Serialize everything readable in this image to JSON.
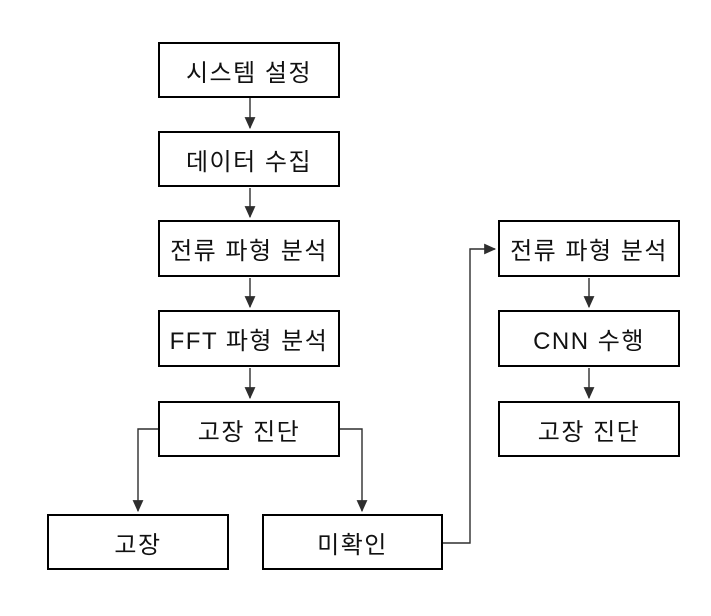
{
  "diagram": {
    "type": "flowchart",
    "nodes": {
      "system_setup": "시스템 설정",
      "data_collection": "데이터 수집",
      "current_waveform_analysis": "전류 파형 분석",
      "fft_waveform_analysis": "FFT 파형 분석",
      "fault_diagnosis": "고장 진단",
      "fault": "고장",
      "unconfirmed": "미확인",
      "current_waveform_analysis_2": "전류 파형 분석",
      "cnn_run": "CNN 수행",
      "fault_diagnosis_2": "고장 진단"
    },
    "edges": [
      {
        "from": "system_setup",
        "to": "data_collection"
      },
      {
        "from": "data_collection",
        "to": "current_waveform_analysis"
      },
      {
        "from": "current_waveform_analysis",
        "to": "fft_waveform_analysis"
      },
      {
        "from": "fft_waveform_analysis",
        "to": "fault_diagnosis"
      },
      {
        "from": "fault_diagnosis",
        "to": "fault"
      },
      {
        "from": "fault_diagnosis",
        "to": "unconfirmed"
      },
      {
        "from": "unconfirmed",
        "to": "current_waveform_analysis_2"
      },
      {
        "from": "current_waveform_analysis_2",
        "to": "cnn_run"
      },
      {
        "from": "cnn_run",
        "to": "fault_diagnosis_2"
      }
    ],
    "colors": {
      "background": "#ffffff",
      "box_border": "#000000",
      "box_fill": "#ffffff",
      "connector": "#2e2e2e",
      "text": "#111111"
    }
  }
}
